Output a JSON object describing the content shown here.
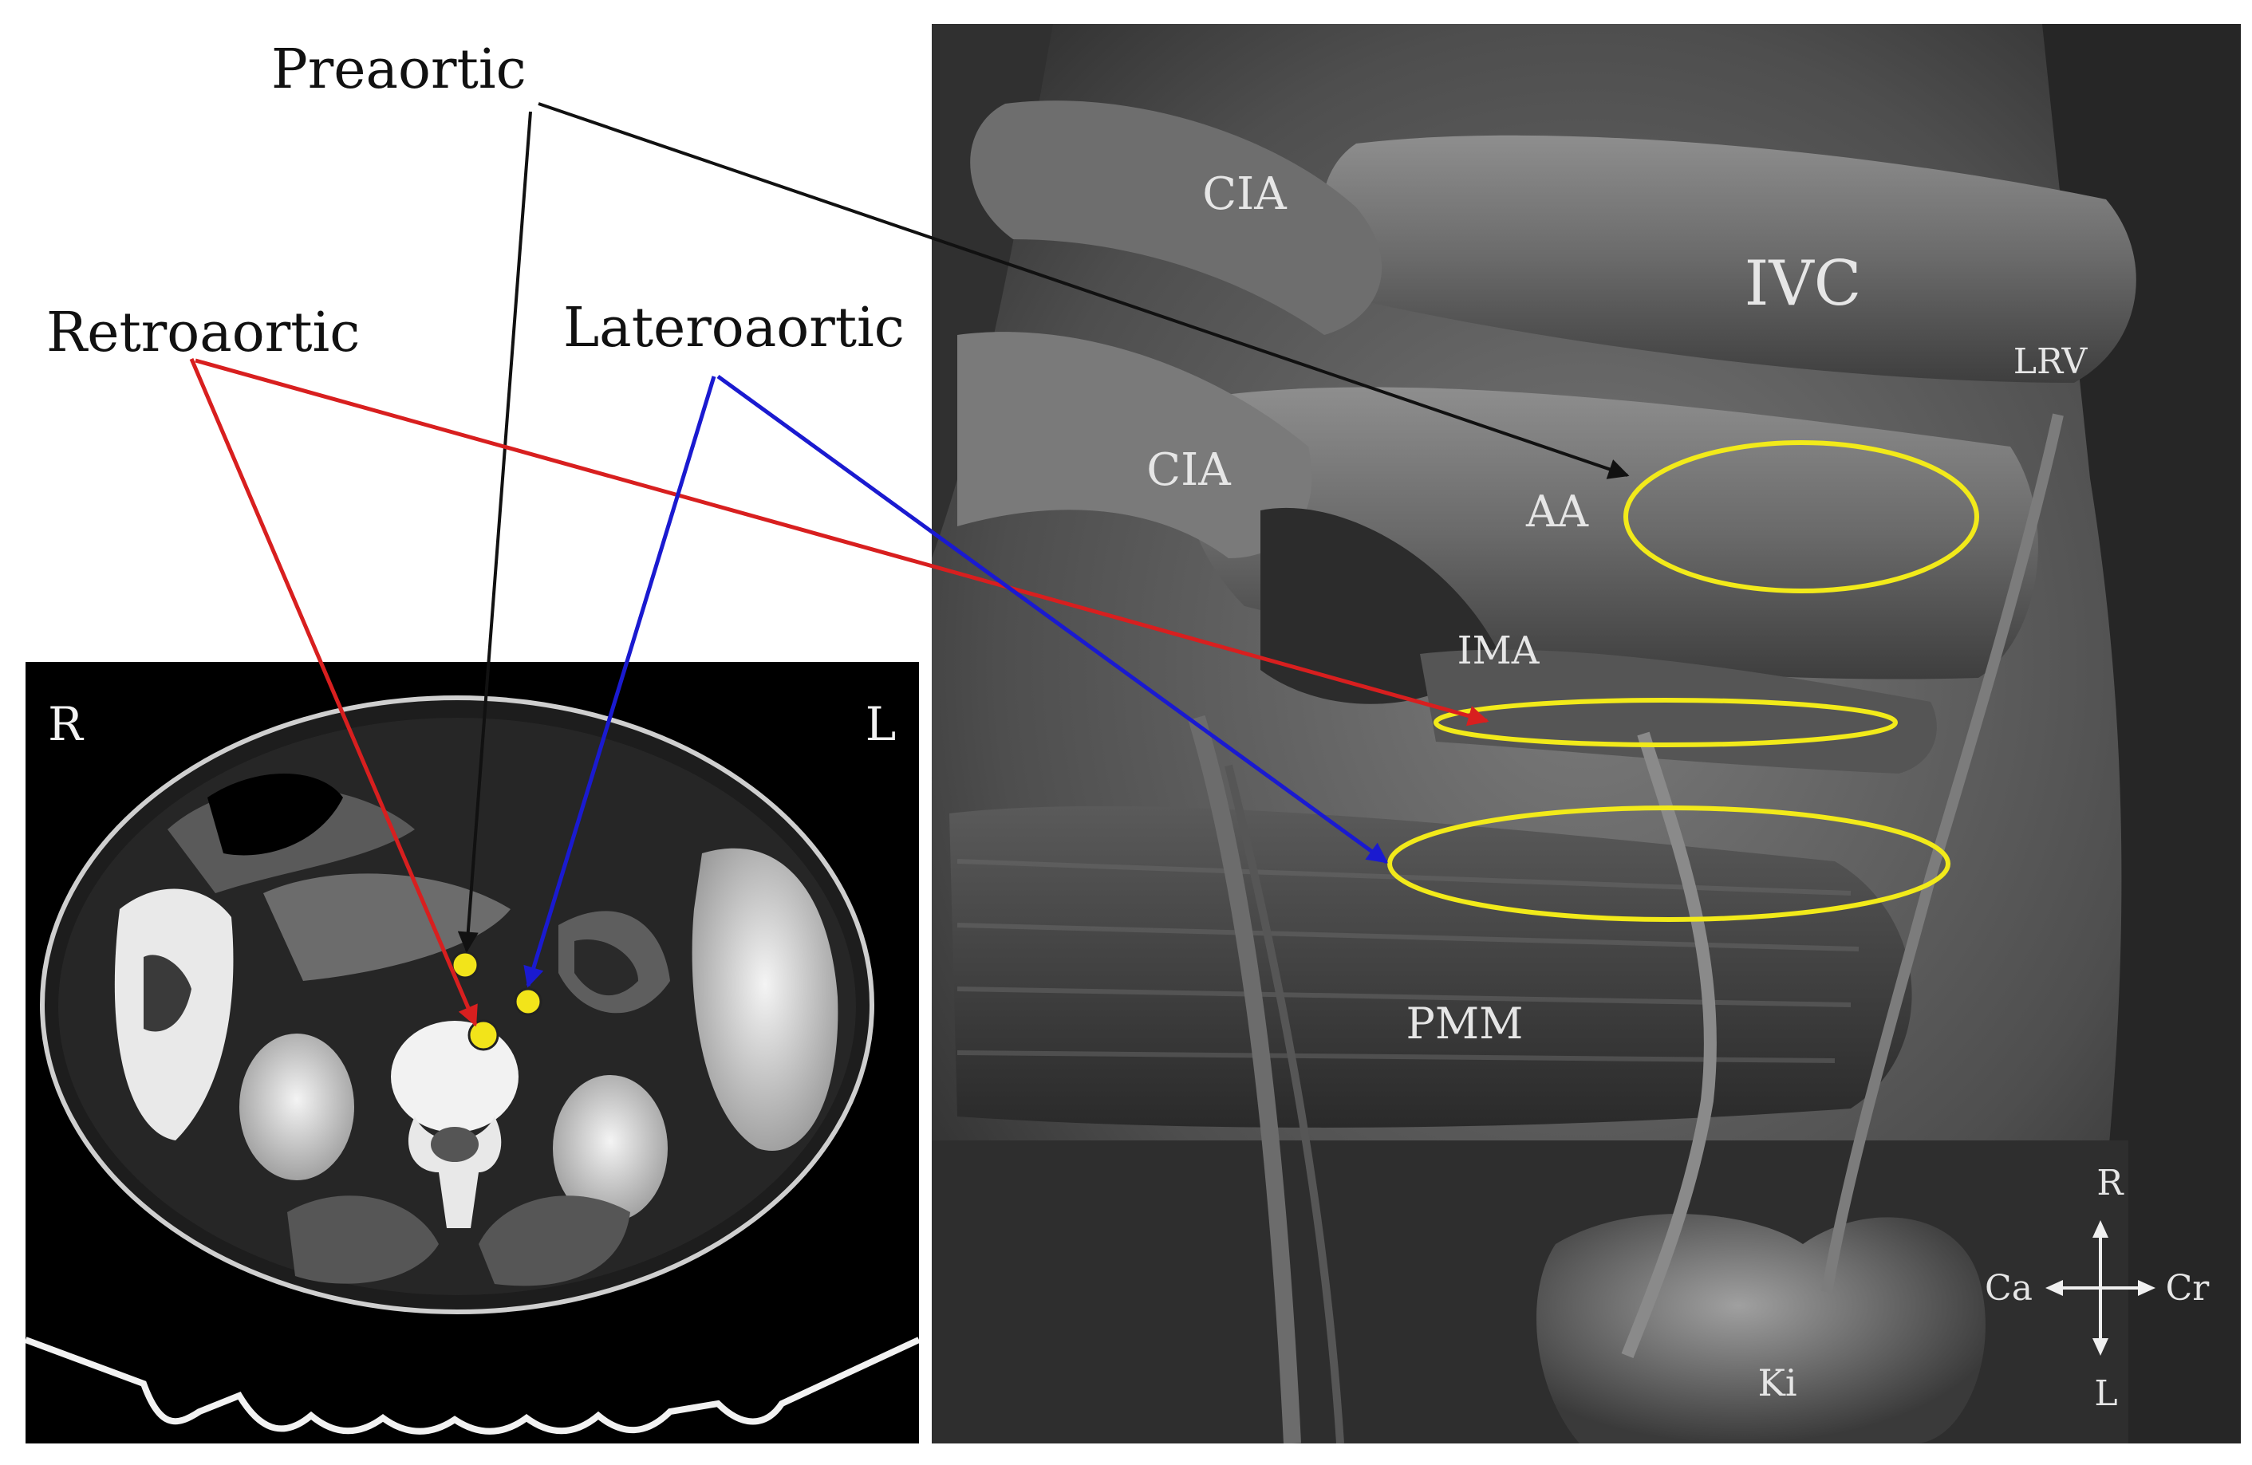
{
  "callouts": {
    "preaortic": "Preaortic",
    "retroaortic": "Retroaortic",
    "lateroaortic": "Lateroaortic"
  },
  "ct_panel": {
    "right_marker": "R",
    "left_marker": "L"
  },
  "anatomy_labels": {
    "cia_upper": "CIA",
    "ivc": "IVC",
    "lrv": "LRV",
    "cia_lower": "CIA",
    "aa": "AA",
    "ima": "IMA",
    "pmm": "PMM",
    "ki": "Ki"
  },
  "orientation": {
    "top": "R",
    "bottom": "L",
    "left": "Ca",
    "right": "Cr"
  },
  "colors": {
    "preaortic_arrow": "#111111",
    "retroaortic_arrow": "#d81f1f",
    "lateroaortic_arrow": "#1a1ad0",
    "region_highlight": "#f2ea1a",
    "lymph_node_marker": "#f2e41a"
  }
}
